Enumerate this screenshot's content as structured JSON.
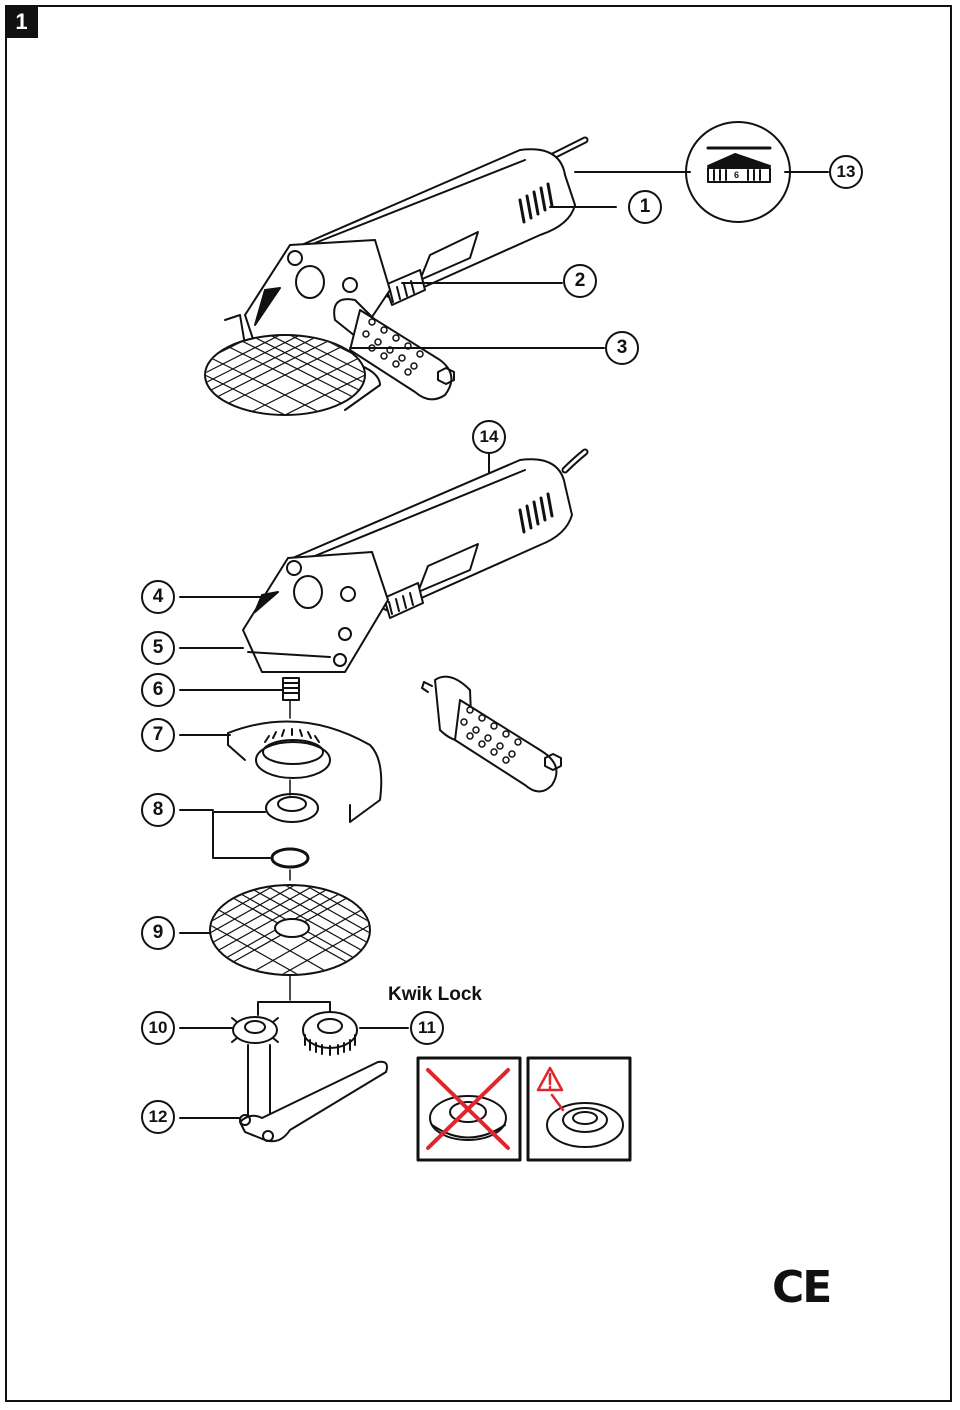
{
  "figure": {
    "number": "1"
  },
  "callouts": {
    "c1": "1",
    "c2": "2",
    "c3": "3",
    "c4": "4",
    "c5": "5",
    "c6": "6",
    "c7": "7",
    "c8": "8",
    "c9": "9",
    "c10": "10",
    "c11": "11",
    "c12": "12",
    "c13": "13",
    "c14": "14"
  },
  "labels": {
    "kwik_lock": "Kwik Lock",
    "ce_mark": "CE",
    "speed_dial_value": "6"
  },
  "colors": {
    "warning_red": "#e0262b",
    "line": "#111111"
  },
  "icons": [
    "warning-triangle-icon",
    "cross-out-icon"
  ]
}
